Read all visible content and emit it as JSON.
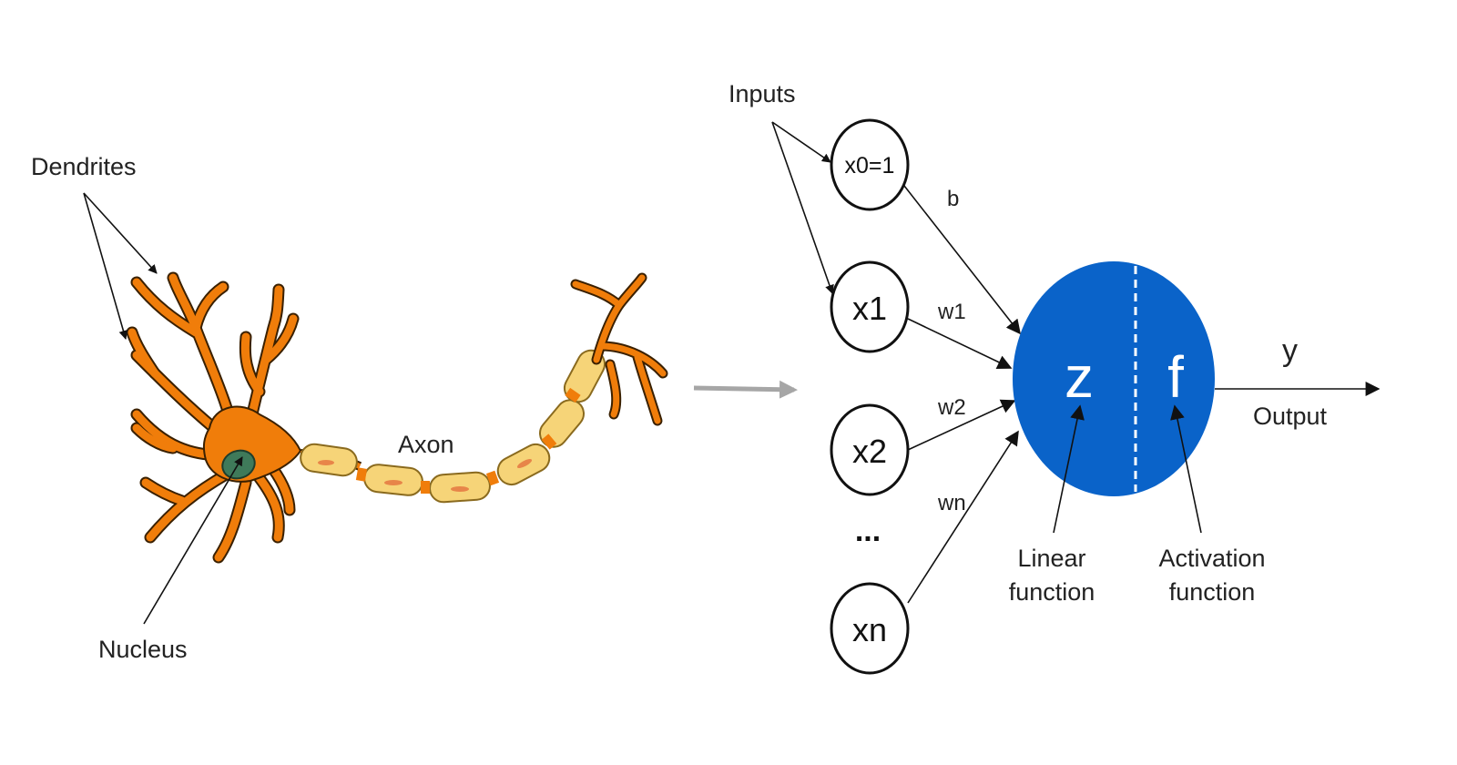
{
  "labels": {
    "dendrites": "Dendrites",
    "nucleus": "Nucleus",
    "axon": "Axon",
    "inputs": "Inputs",
    "output": "Output",
    "y": "y",
    "linear_function_line1": "Linear",
    "linear_function_line2": "function",
    "activation_function_line1": "Activation",
    "activation_function_line2": "function"
  },
  "nodes": {
    "x0": "x0=1",
    "x1": "x1",
    "x2": "x2",
    "ellipsis": "...",
    "xn": "xn"
  },
  "weights": {
    "b": "b",
    "w1": "w1",
    "w2": "w2",
    "wn": "wn"
  },
  "neuron": {
    "linear_symbol": "z",
    "activation_symbol": "f"
  },
  "colors": {
    "neuron_fill": "#0a63c9",
    "dendrite_orange": "#f07d0a",
    "axon_yellow": "#f6d478",
    "nucleus_green": "#3f7a5a",
    "flow_arrow_gray": "#a6a6a6"
  }
}
